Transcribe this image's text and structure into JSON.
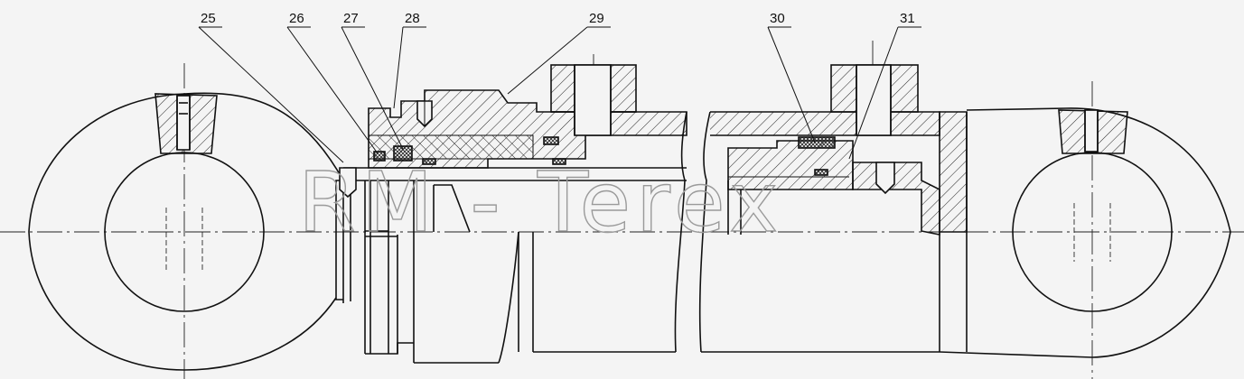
{
  "callouts": [
    {
      "label": "25"
    },
    {
      "label": "26"
    },
    {
      "label": "27"
    },
    {
      "label": "28"
    },
    {
      "label": "29"
    },
    {
      "label": "30"
    },
    {
      "label": "31"
    }
  ],
  "watermark": "RM - Terex",
  "colors": {
    "background": "#f4f4f4",
    "line": "#111111",
    "watermark": "#9a9a9a"
  }
}
